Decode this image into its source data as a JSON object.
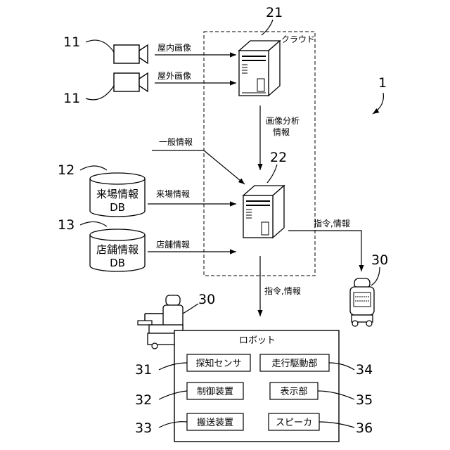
{
  "cloud": {
    "label": "クラウド",
    "ref": "21"
  },
  "system_ref": "1",
  "cameras": {
    "ref_top": "11",
    "ref_bottom": "11",
    "indoor": "屋内画像",
    "outdoor": "屋外画像"
  },
  "analysis": {
    "line1": "画像分析",
    "line2": "情報"
  },
  "general_info": "一般情報",
  "server2": {
    "ref": "22"
  },
  "db1": {
    "ref": "12",
    "line1": "来場情報",
    "line2": "DB",
    "arrow_label": "来場情報"
  },
  "db2": {
    "ref": "13",
    "line1": "店舗情報",
    "line2": "DB",
    "arrow_label": "店舗情報"
  },
  "command_right": "指令,情報",
  "command_down": "指令,情報",
  "robot_right": {
    "ref": "30"
  },
  "robot_left": {
    "ref": "30"
  },
  "robot_box": {
    "title": "ロボット",
    "sensor": "探知センサ",
    "sensor_ref": "31",
    "drive": "走行駆動部",
    "drive_ref": "34",
    "control": "制御装置",
    "control_ref": "32",
    "display": "表示部",
    "display_ref": "35",
    "transport": "搬送装置",
    "transport_ref": "33",
    "speaker": "スピーカ",
    "speaker_ref": "36"
  }
}
